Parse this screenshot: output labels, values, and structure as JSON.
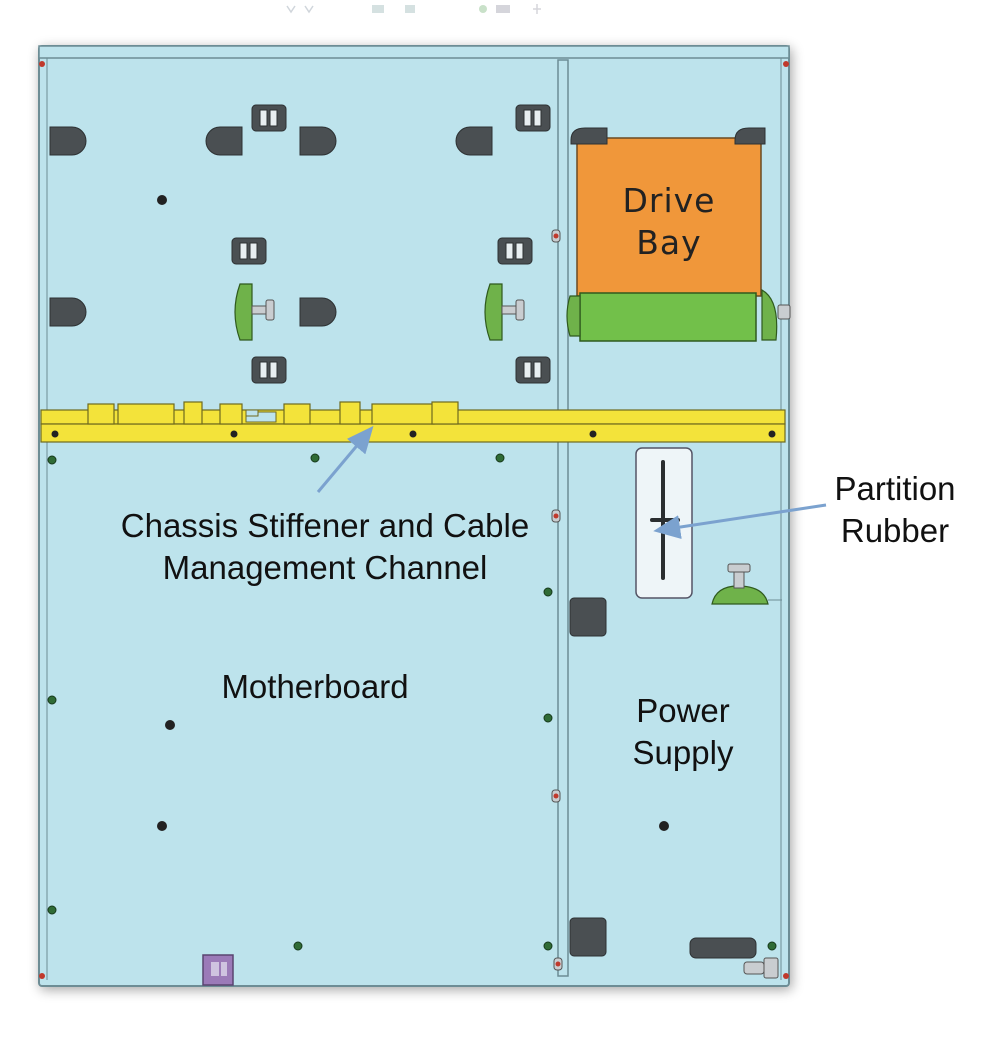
{
  "diagram": {
    "colors": {
      "chassis_fill": "#bde3ec",
      "chassis_edge": "#6d8d95",
      "stiffener": "#f3e33a",
      "drive_bay": "#f0973a",
      "drive_tray": "#72c04a",
      "partition_rubber": "#eef5f8",
      "arrow": "#7ba2cf",
      "cutout": "#4a4f52"
    },
    "labels": {
      "drive_bay": [
        "Drive",
        "Bay"
      ],
      "stiffener": [
        "Chassis Stiffener and Cable",
        "Management Channel"
      ],
      "partition_rubber": [
        "Partition",
        "Rubber"
      ],
      "motherboard": [
        "Motherboard"
      ],
      "power_supply": [
        "Power",
        "Supply"
      ]
    }
  }
}
